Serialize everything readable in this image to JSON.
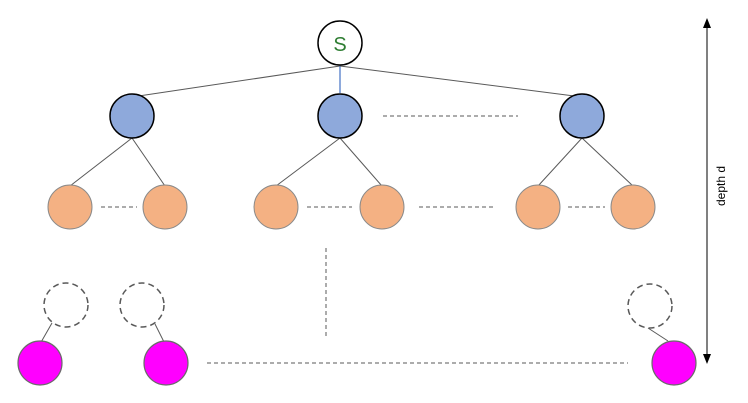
{
  "root": {
    "label": "S",
    "fill": "#ffffff",
    "label_color": "#2e7d32"
  },
  "depth_label": "depth d",
  "colors": {
    "level1": "#8ea9db",
    "level2": "#f4b183",
    "leaf": "#ff00ff",
    "dashed_node": "#595959",
    "edge": "#595959",
    "root_edge_middle": "#4472c4"
  },
  "tree": {
    "level1_count": 3,
    "children_per_level1": 2,
    "leaf_count": 3,
    "elided_siblings": true,
    "elided_depth": true
  }
}
